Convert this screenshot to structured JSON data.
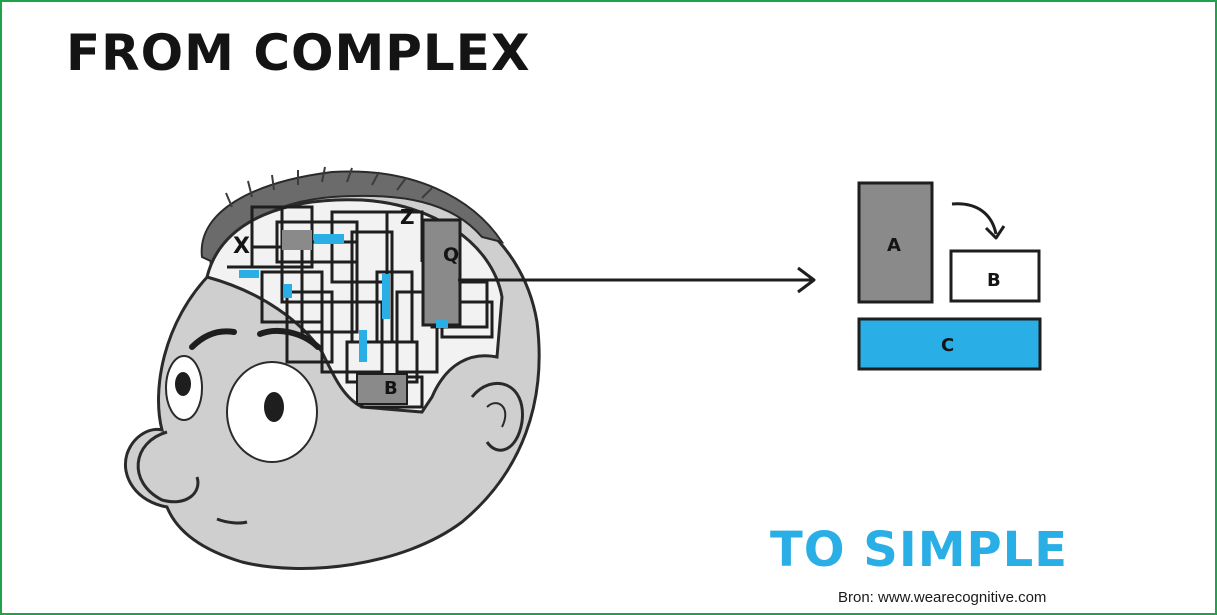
{
  "headline_top": "FROM COMPLEX",
  "headline_bottom": "TO SIMPLE",
  "source": "Bron: www.wearecognitive.com",
  "brain_labels": {
    "x": "X",
    "z": "Z",
    "q": "Q",
    "b": "B"
  },
  "simple_blocks": {
    "a": "A",
    "b": "B",
    "c": "C"
  },
  "colors": {
    "accent_blue": "#29aee6",
    "frame_green": "#1fa34a",
    "head_gray": "#cfcfcf",
    "block_gray": "#8a8a8a"
  }
}
